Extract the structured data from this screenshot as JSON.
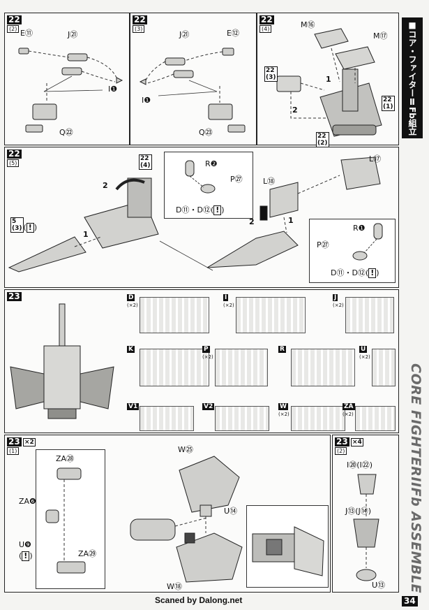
{
  "header": {
    "jp_title": "■コア・ファイターⅡFb組立",
    "en_title": "CORE FIGHTERIIFb ASSEMBLE",
    "page_number": "34",
    "credit": "Scaned by Dalong.net"
  },
  "step22_2": {
    "step": "22",
    "sub": "(2)",
    "labels": {
      "e": "E⑪",
      "j": "J㉑",
      "i": "I❶",
      "q": "Q㉒"
    }
  },
  "step22_3": {
    "step": "22",
    "sub": "(3)",
    "labels": {
      "e": "E⑫",
      "j": "J㉑",
      "i": "I❶",
      "q": "Q㉓"
    }
  },
  "step22_4": {
    "step": "22",
    "sub": "(4)",
    "labels": {
      "m16": "M⑯",
      "m17": "M⑰",
      "ref3_step": "22",
      "ref3_sub": "(3)",
      "ref1_step": "22",
      "ref1_sub": "(1)",
      "ref2_step": "22",
      "ref2_sub": "(2)",
      "n1": "1",
      "n2": "2"
    }
  },
  "step22_5": {
    "step": "22",
    "sub": "(5)",
    "labels": {
      "ref4_step": "22",
      "ref4_sub": "(4)",
      "ref5_step": "5",
      "ref5_sub": "(3)",
      "bang": "!",
      "n1": "1",
      "n2": "2"
    }
  },
  "step22_5_detail": {
    "labels": {
      "r2": "R❷",
      "p27": "P㉗",
      "d_top": "D⑪・D⑫(",
      "bang": "!",
      "l18": "L⑱",
      "l17": "L⑰",
      "r1": "R❶",
      "p27b": "P㉗",
      "d_bot": "D⑪・D⑫(",
      "n1": "1",
      "n2": "2"
    }
  },
  "step23": {
    "step": "23",
    "sprues": [
      {
        "tag": "D",
        "qty": "(×2)"
      },
      {
        "tag": "I",
        "qty": "(×2)"
      },
      {
        "tag": "J",
        "qty": "(×2)"
      },
      {
        "tag": "K",
        "qty": ""
      },
      {
        "tag": "P",
        "qty": "(×2)"
      },
      {
        "tag": "R",
        "qty": ""
      },
      {
        "tag": "U",
        "qty": "(×2)"
      },
      {
        "tag": "V1",
        "qty": ""
      },
      {
        "tag": "V2",
        "qty": ""
      },
      {
        "tag": "W",
        "qty": "(×2)"
      },
      {
        "tag": "ZA",
        "qty": "(×2)"
      }
    ]
  },
  "step23_1": {
    "step": "23",
    "sub": "(1)",
    "qty": "×2",
    "labels": {
      "za28": "ZA㉘",
      "za6": "ZA❻",
      "za29": "ZA㉙",
      "u9": "U❾",
      "bang": "!",
      "w25": "W㉕",
      "u14": "U⑭",
      "w18": "W⑱"
    }
  },
  "step23_2": {
    "step": "23",
    "sub": "(2)",
    "qty": "×4",
    "labels": {
      "i20": "I⑳(I㉒)",
      "j13": "J⑬(J⑭)",
      "u13": "U⑬"
    }
  }
}
